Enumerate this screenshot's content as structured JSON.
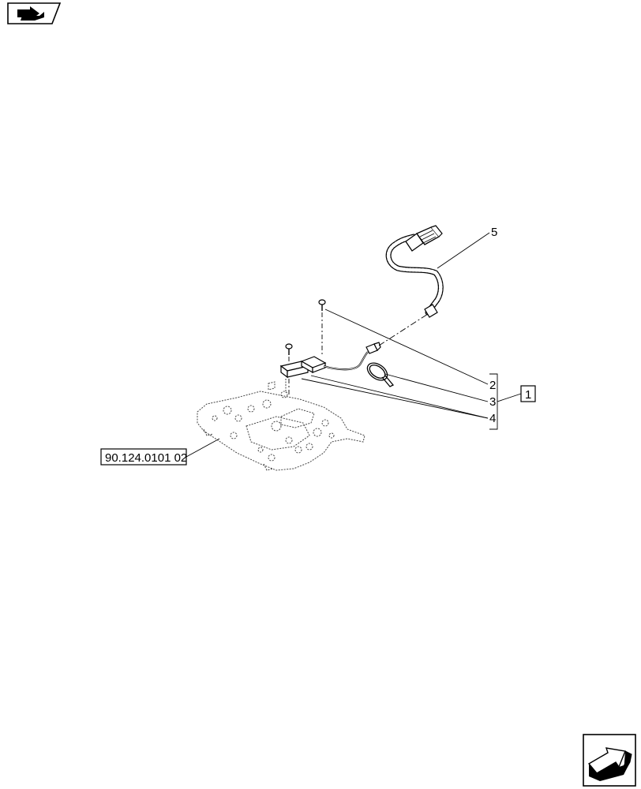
{
  "callouts": {
    "item_1": "1",
    "item_2": "2",
    "item_3": "3",
    "item_4": "4",
    "item_5": "5"
  },
  "reference": {
    "label": "90.124.0101 02"
  },
  "icons": {
    "top_left": "prev-page-arrow-icon",
    "bottom_right": "next-page-arrow-icon"
  }
}
